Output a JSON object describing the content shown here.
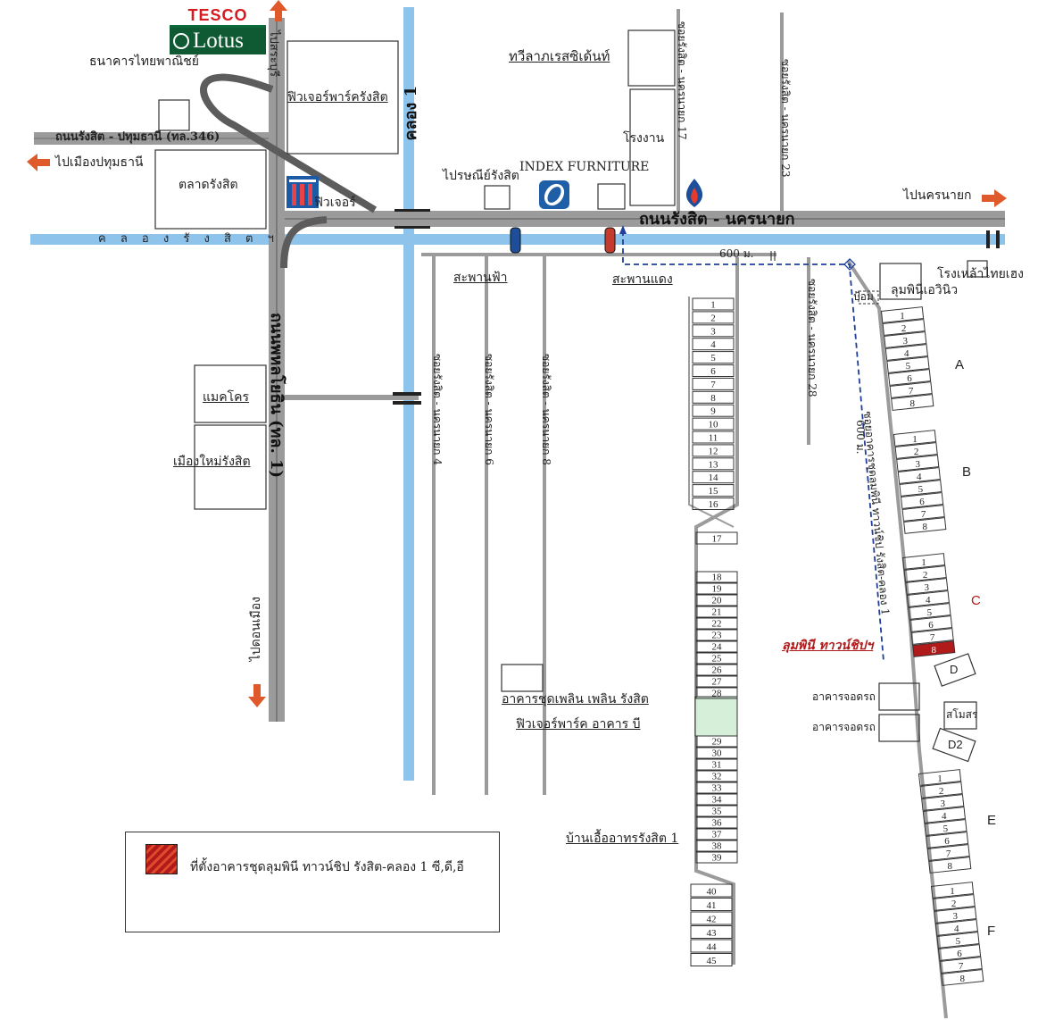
{
  "brand": {
    "tesco": "TESCO",
    "lotus": "Lotus"
  },
  "roads": {
    "main": "ถนนรังสิต - นครนายก",
    "pathum": "ถนนรังสิต - ปทุมธานี (ทล.346)",
    "phahon": "ถนนพหลโยธิน (ทล. 1)",
    "khlong_rangsit": "ค ล อ ง รั ง สิ ต ฯ",
    "khlong1": "คลอง 1",
    "soi17": "ซอยรังสิต - นครนายก 17",
    "soi23": "ซอยรังสิต - นครนายก 23",
    "soi28": "ซอยรังสิต - นครนายก 28",
    "soi4": "ซอยรังสิต - นครนายก 4",
    "soi6": "ซอยรังสิต - นครนายก 6",
    "soi8": "ซอยรังสิต - นครนายก 8",
    "lumpini_soi": "ซอยอาคารชุดลุมพินี ทาวน์ชิป รังสิต-คลอง 1"
  },
  "places": {
    "future_park": "ฟิวเจอร์พาร์ครังสิต",
    "bank": "ธนาคารไทยพาณิชย์",
    "to_pathum": "ไปเมืองปทุมธานี",
    "market": "ตลาดรังสิต",
    "future": "ฟิวเจอร์",
    "rangsit_big": "ไปสระบุรี",
    "twilight": "ทวีลาภเรสซิเด้นท์",
    "factory": "โรงงาน",
    "post": "ไปรษณีย์รังสิต",
    "index": "INDEX FURNITURE",
    "to_nakhon": "ไปนครนายก",
    "sky_bridge": "สะพานฟ้า",
    "red_bridge": "สะพานแดง",
    "lumpini_place": "ลุมพินีเอวินิว",
    "school": "โรงเหล้าไทยเฮง",
    "maekhrong": "แมคโคร",
    "new_city": "เมืองใหม่รังสิต",
    "to_donmueang": "ไปดอนเมือง",
    "condo_a": "อาคารชุดเพลิน เพลิน รังสิต",
    "condo_b": "ฟิวเจอร์พาร์ค อาคาร บี",
    "housing": "บ้านเอื้ออาทรรังสิต 1",
    "lumpini_township": "ลุมพินี ทาวน์ชิปฯ",
    "parking1": "อาคารจอดรถ",
    "parking2": "อาคารจอดรถ",
    "sema": "สโมสร",
    "dist1": "600 ม.",
    "dist2": "600 ม.",
    "gate": "ป้อม"
  },
  "zones": [
    "A",
    "B",
    "C",
    "D",
    "D2",
    "E",
    "F"
  ],
  "buildings_left": [
    "1",
    "2",
    "3",
    "4",
    "5",
    "6",
    "7",
    "8",
    "9",
    "10",
    "11",
    "12",
    "13",
    "14",
    "15",
    "16",
    "17",
    "18",
    "19",
    "20",
    "21",
    "22",
    "23",
    "24",
    "25",
    "26",
    "27",
    "28",
    "29",
    "30",
    "31",
    "32",
    "33",
    "34",
    "35",
    "36",
    "37",
    "38",
    "39",
    "40",
    "41",
    "42",
    "43",
    "44",
    "45"
  ],
  "building_groups": [
    {
      "zone": "A",
      "rows": [
        "1",
        "2",
        "3",
        "4",
        "5",
        "6",
        "7",
        "8"
      ]
    },
    {
      "zone": "B",
      "rows": [
        "1",
        "2",
        "3",
        "4",
        "5",
        "6",
        "7",
        "8"
      ]
    },
    {
      "zone": "C",
      "rows": [
        "1",
        "2",
        "3",
        "4",
        "5",
        "6",
        "7",
        "8"
      ]
    },
    {
      "zone": "E",
      "rows": [
        "1",
        "2",
        "3",
        "4",
        "5",
        "6",
        "7",
        "8"
      ]
    },
    {
      "zone": "F",
      "rows": [
        "1",
        "2",
        "3",
        "4",
        "5",
        "6",
        "7",
        "8"
      ]
    }
  ],
  "legend": {
    "text": "ที่ตั้งอาคารชุดลุมพินี ทาวน์ชิป รังสิต-คลอง 1 ซี,ดี,อี"
  },
  "colors": {
    "water": "#8ec4ec",
    "road": "#9b9b9b",
    "road_dark": "#6e6e6e",
    "arrow": "#e0592a",
    "highlight": "#b01a1a",
    "green_block": "#d6efd8",
    "route": "#1f3f9a"
  }
}
